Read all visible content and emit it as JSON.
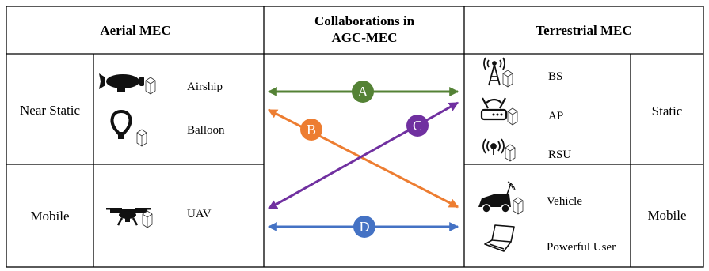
{
  "headers": {
    "aerial": "Aerial MEC",
    "collab_line1": "Collaborations in",
    "collab_line2": "AGC-MEC",
    "terrestrial": "Terrestrial MEC"
  },
  "aerial": {
    "near_static": {
      "label": "Near Static",
      "items": [
        "Airship",
        "Balloon"
      ]
    },
    "mobile": {
      "label": "Mobile",
      "items": [
        "UAV"
      ]
    }
  },
  "terrestrial": {
    "static": {
      "label": "Static",
      "items": [
        "BS",
        "AP",
        "RSU"
      ]
    },
    "mobile": {
      "label": "Mobile",
      "items": [
        "Vehicle",
        "Powerful User"
      ]
    }
  },
  "links": [
    {
      "id": "A",
      "color": "#548235"
    },
    {
      "id": "B",
      "color": "#ED7D31"
    },
    {
      "id": "C",
      "color": "#7030A0"
    },
    {
      "id": "D",
      "color": "#4472C4"
    }
  ]
}
